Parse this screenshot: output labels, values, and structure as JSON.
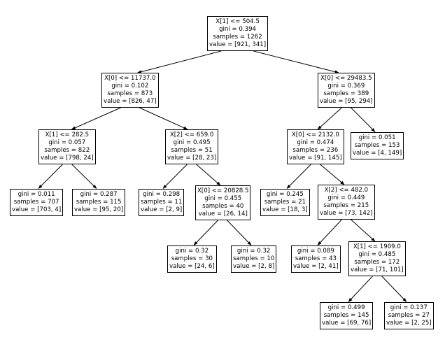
{
  "tree": {
    "nodes": [
      {
        "id": "n0",
        "lines": [
          "X[1] <= 504.5",
          "gini = 0.394",
          "samples = 1262",
          "value = [921, 341]"
        ]
      },
      {
        "id": "n1",
        "lines": [
          "X[0] <= 11737.0",
          "gini = 0.102",
          "samples = 873",
          "value = [826, 47]"
        ]
      },
      {
        "id": "n2",
        "lines": [
          "X[1] <= 282.5",
          "gini = 0.057",
          "samples = 822",
          "value = [798, 24]"
        ]
      },
      {
        "id": "n3",
        "lines": [
          "gini = 0.011",
          "samples = 707",
          "value = [703, 4]"
        ]
      },
      {
        "id": "n4",
        "lines": [
          "gini = 0.287",
          "samples = 115",
          "value = [95, 20]"
        ]
      },
      {
        "id": "n5",
        "lines": [
          "X[2] <= 659.0",
          "gini = 0.495",
          "samples = 51",
          "value = [28, 23]"
        ]
      },
      {
        "id": "n6",
        "lines": [
          "gini = 0.298",
          "samples = 11",
          "value = [2, 9]"
        ]
      },
      {
        "id": "n7",
        "lines": [
          "X[0] <= 20828.5",
          "gini = 0.455",
          "samples = 40",
          "value = [26, 14]"
        ]
      },
      {
        "id": "n8",
        "lines": [
          "gini = 0.32",
          "samples = 30",
          "value = [24, 6]"
        ]
      },
      {
        "id": "n9",
        "lines": [
          "gini = 0.32",
          "samples = 10",
          "value = [2, 8]"
        ]
      },
      {
        "id": "n10",
        "lines": [
          "X[0] <= 29483.5",
          "gini = 0.369",
          "samples = 389",
          "value = [95, 294]"
        ]
      },
      {
        "id": "n11",
        "lines": [
          "X[0] <= 2132.0",
          "gini = 0.474",
          "samples = 236",
          "value = [91, 145]"
        ]
      },
      {
        "id": "n12",
        "lines": [
          "gini = 0.245",
          "samples = 21",
          "value = [18, 3]"
        ]
      },
      {
        "id": "n13",
        "lines": [
          "X[2] <= 482.0",
          "gini = 0.449",
          "samples = 215",
          "value = [73, 142]"
        ]
      },
      {
        "id": "n14",
        "lines": [
          "gini = 0.089",
          "samples = 43",
          "value = [2, 41]"
        ]
      },
      {
        "id": "n15",
        "lines": [
          "X[1] <= 1909.0",
          "gini = 0.485",
          "samples = 172",
          "value = [71, 101]"
        ]
      },
      {
        "id": "n16",
        "lines": [
          "gini = 0.499",
          "samples = 145",
          "value = [69, 76]"
        ]
      },
      {
        "id": "n17",
        "lines": [
          "gini = 0.137",
          "samples = 27",
          "value = [2, 25]"
        ]
      },
      {
        "id": "n18",
        "lines": [
          "gini = 0.051",
          "samples = 153",
          "value = [4, 149]"
        ]
      }
    ],
    "edges": [
      [
        "n0",
        "n1"
      ],
      [
        "n0",
        "n10"
      ],
      [
        "n1",
        "n2"
      ],
      [
        "n1",
        "n5"
      ],
      [
        "n2",
        "n3"
      ],
      [
        "n2",
        "n4"
      ],
      [
        "n5",
        "n6"
      ],
      [
        "n5",
        "n7"
      ],
      [
        "n7",
        "n8"
      ],
      [
        "n7",
        "n9"
      ],
      [
        "n10",
        "n11"
      ],
      [
        "n10",
        "n18"
      ],
      [
        "n11",
        "n12"
      ],
      [
        "n11",
        "n13"
      ],
      [
        "n13",
        "n14"
      ],
      [
        "n13",
        "n15"
      ],
      [
        "n15",
        "n16"
      ],
      [
        "n15",
        "n17"
      ]
    ]
  }
}
